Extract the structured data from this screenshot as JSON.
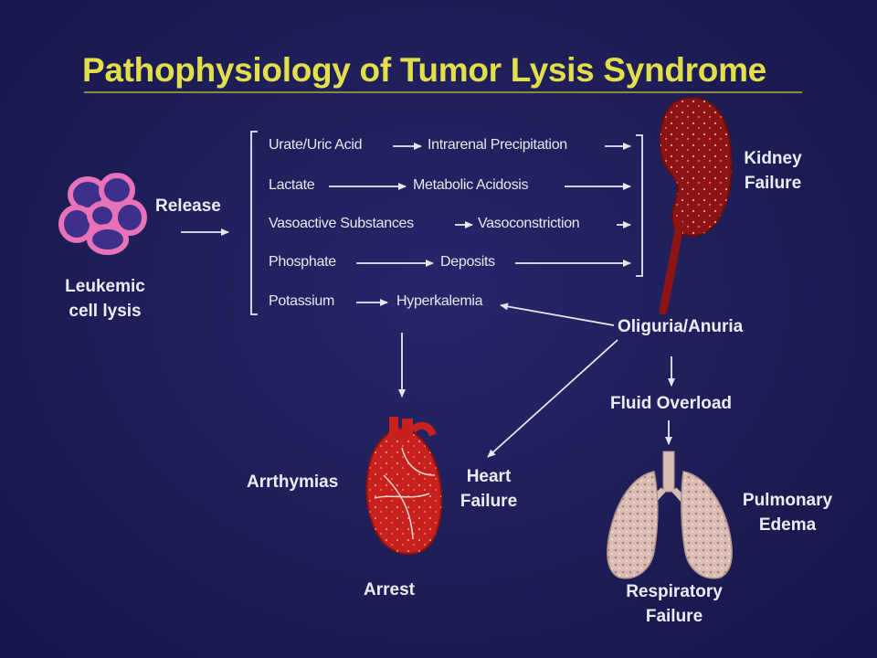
{
  "slide": {
    "title": "Pathophysiology of Tumor Lysis Syndrome",
    "labels": {
      "release": "Release",
      "leukemic_line1": "Leukemic",
      "leukemic_line2": "cell lysis",
      "kidney_line1": "Kidney",
      "kidney_line2": "Failure",
      "oliguria": "Oliguria/Anuria",
      "fluid_overload": "Fluid Overload",
      "arrhythmias": "Arrthymias",
      "heart_failure_line1": "Heart",
      "heart_failure_line2": "Failure",
      "arrest": "Arrest",
      "pulmonary_line1": "Pulmonary",
      "pulmonary_line2": "Edema",
      "respiratory_line1": "Respiratory",
      "respiratory_line2": "Failure"
    },
    "pathways": [
      {
        "substance": "Urate/Uric Acid",
        "effect": "Intrarenal Precipitation"
      },
      {
        "substance": "Lactate",
        "effect": "Metabolic Acidosis"
      },
      {
        "substance": "Vasoactive Substances",
        "effect": "Vasoconstriction"
      },
      {
        "substance": "Phosphate",
        "effect": "Deposits"
      },
      {
        "substance": "Potassium",
        "effect": "Hyperkalemia"
      }
    ]
  },
  "colors": {
    "background": "#1d1d57",
    "title": "#e3df4a",
    "text": "#ececf4",
    "kidney": "#8e1414",
    "heart": "#c8201c",
    "lungs": "#d7bcb4",
    "cells": "#e06ab4"
  },
  "icons": [
    "leukemic-cells-icon",
    "kidney-icon",
    "heart-icon",
    "lungs-icon"
  ]
}
